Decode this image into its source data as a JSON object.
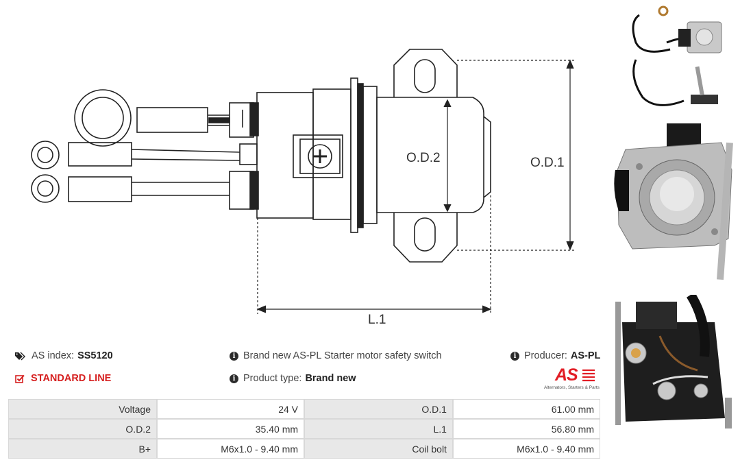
{
  "drawing": {
    "label_od2": "O.D.2",
    "label_od1": "O.D.1",
    "label_l1": "L.1"
  },
  "info": {
    "as_index_label": "AS index:",
    "as_index_value": "SS5120",
    "line_label": "STANDARD LINE",
    "description": "Brand new AS-PL Starter motor safety switch",
    "product_type_label": "Product type:",
    "product_type_value": "Brand new",
    "producer_label": "Producer:",
    "producer_value": "AS-PL"
  },
  "logo": {
    "text": "AS",
    "tagline": "Alternators, Starters & Parts"
  },
  "specs": [
    {
      "label": "Voltage",
      "value": "24 V",
      "label2": "O.D.1",
      "value2": "61.00 mm"
    },
    {
      "label": "O.D.2",
      "value": "35.40 mm",
      "label2": "L.1",
      "value2": "56.80 mm"
    },
    {
      "label": "B+",
      "value": "M6x1.0 - 9.40 mm",
      "label2": "Coil bolt",
      "value2": "M6x1.0 - 9.40 mm"
    }
  ]
}
